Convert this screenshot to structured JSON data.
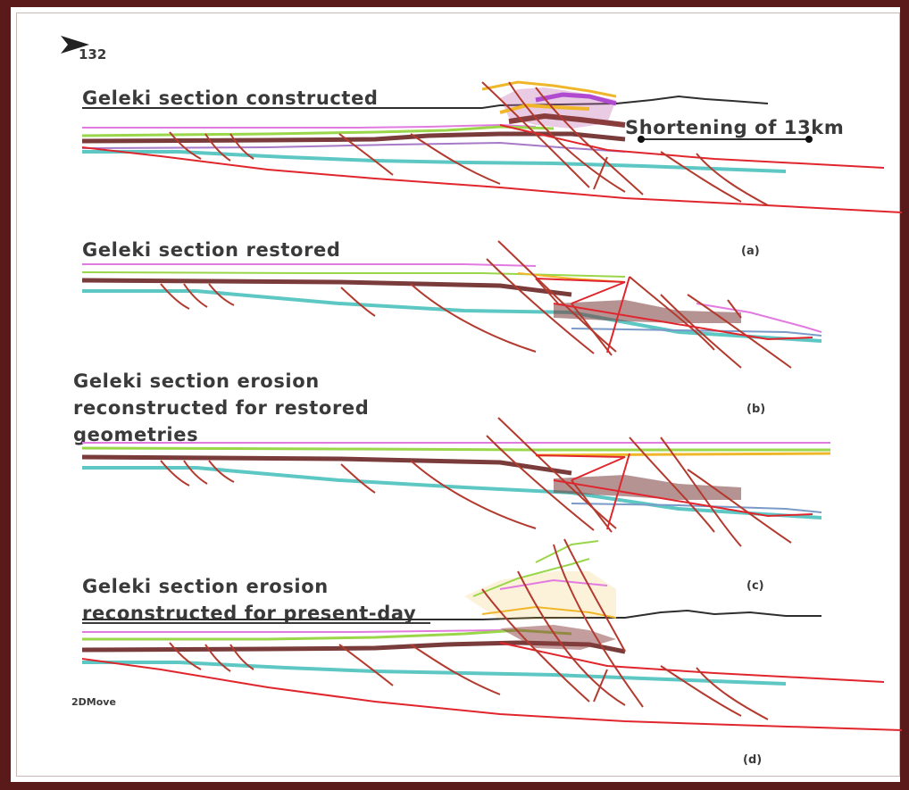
{
  "north_label": "132",
  "panels": [
    {
      "title_lines": [
        "Geleki section constructed"
      ],
      "letter": "(a)",
      "annotation": "Shortening of 13km"
    },
    {
      "title_lines": [
        "Geleki section restored"
      ],
      "letter": "(b)"
    },
    {
      "title_lines": [
        "Geleki section erosion",
        "reconstructed for restored",
        "geometries"
      ],
      "letter": "(c)"
    },
    {
      "title_lines": [
        "Geleki section erosion",
        "reconstructed for present-day"
      ],
      "letter": "(d)"
    }
  ],
  "software_label": "2DMove",
  "colors": {
    "frame": "#5a1a1a",
    "fault": "#b33a2e",
    "fault_bright": "#e0262c",
    "surface": "#2e2e2e",
    "horizon_green": "#9ad64a",
    "horizon_pink": "#e27be0",
    "horizon_brown": "#7a3b3b",
    "horizon_teal": "#5dc7c4",
    "horizon_yellow": "#f0b62a",
    "horizon_magenta": "#b04ad0"
  }
}
